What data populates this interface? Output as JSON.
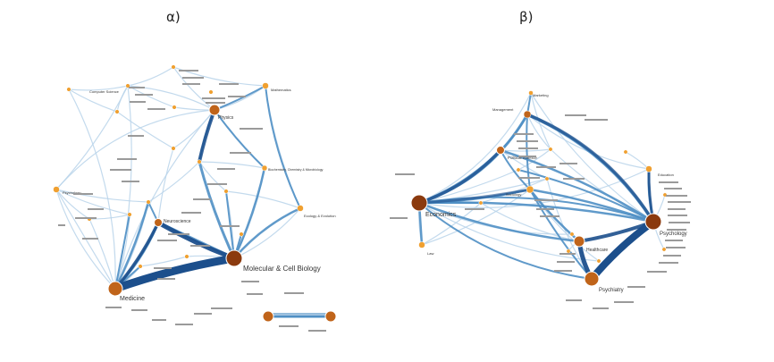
{
  "panels": {
    "a": {
      "title": "α)",
      "labels": {
        "molecular": "Molecular & Cell Biology",
        "medicine": "Medicine",
        "physics": "Physics",
        "neuroscience": "Neuroscience",
        "ecology": "Ecology & Evolution",
        "biochem": "Biochemistry, Chemistry & Microbiology",
        "psychology": "Psychology",
        "mathematics": "Mathematics",
        "computer_science": "Computer Science"
      }
    },
    "b": {
      "title": "β)",
      "labels": {
        "economics": "Economics",
        "psychology": "Psychology",
        "psychiatry": "Psychiatry",
        "healthcare": "Healthcare",
        "management": "Management",
        "marketing": "Marketing",
        "political_science": "Political Science",
        "sociology": "Sociology",
        "law": "Law",
        "education": "Education"
      }
    }
  },
  "colors": {
    "node_large": "#8b3a0e",
    "node_medium": "#c0641a",
    "node_small": "#f0a030",
    "edge_dark": "#1c4f8c",
    "edge_mid": "#4f8fc4",
    "edge_light": "#b9d4ea"
  }
}
